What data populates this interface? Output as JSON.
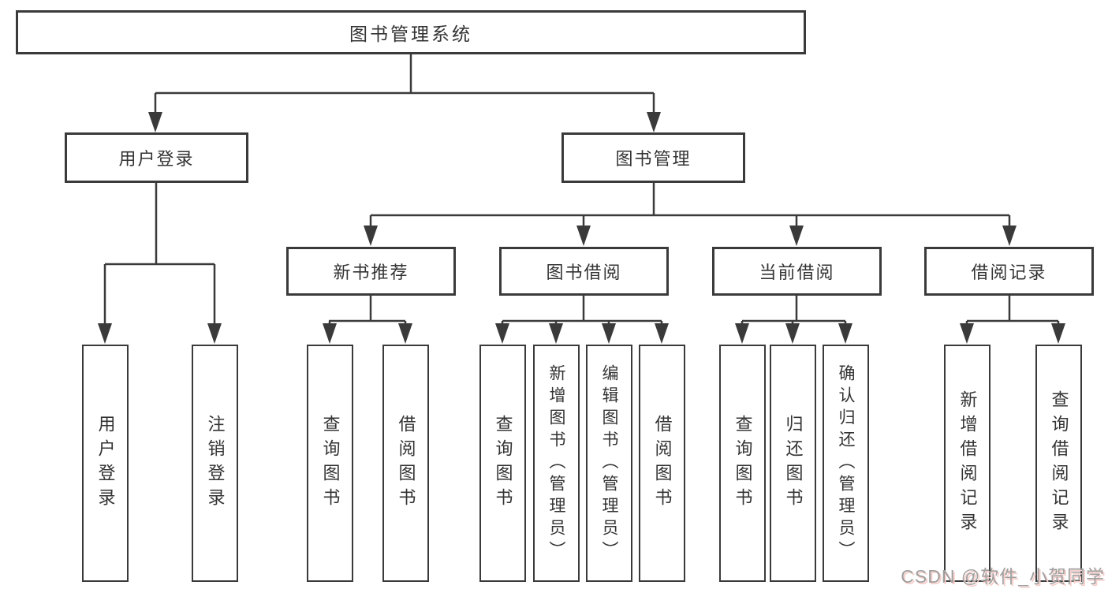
{
  "diagram": {
    "root": {
      "label": "图书管理系统"
    },
    "level2": [
      {
        "label": "用户登录"
      },
      {
        "label": "图书管理"
      }
    ],
    "level3": [
      {
        "label": "新书推荐"
      },
      {
        "label": "图书借阅"
      },
      {
        "label": "当前借阅"
      },
      {
        "label": "借阅记录"
      }
    ],
    "leaves": [
      {
        "label": "用户登录"
      },
      {
        "label": "注销登录"
      },
      {
        "label": "查询图书"
      },
      {
        "label": "借阅图书"
      },
      {
        "label": "查询图书"
      },
      {
        "label": "新增图书（管理员）"
      },
      {
        "label": "编辑图书（管理员）"
      },
      {
        "label": "借阅图书"
      },
      {
        "label": "查询图书"
      },
      {
        "label": "归还图书"
      },
      {
        "label": "确认归还（管理员）"
      },
      {
        "label": "新增借阅记录"
      },
      {
        "label": "查询借阅记录"
      }
    ]
  },
  "watermark": {
    "text": "CSDN @软件_小贺同学"
  },
  "colors": {
    "line": "#3a3a3a",
    "text": "#333333",
    "background": "#ffffff",
    "watermark_gray": "#9f9f9f",
    "watermark_pink": "#f6cdc9"
  }
}
